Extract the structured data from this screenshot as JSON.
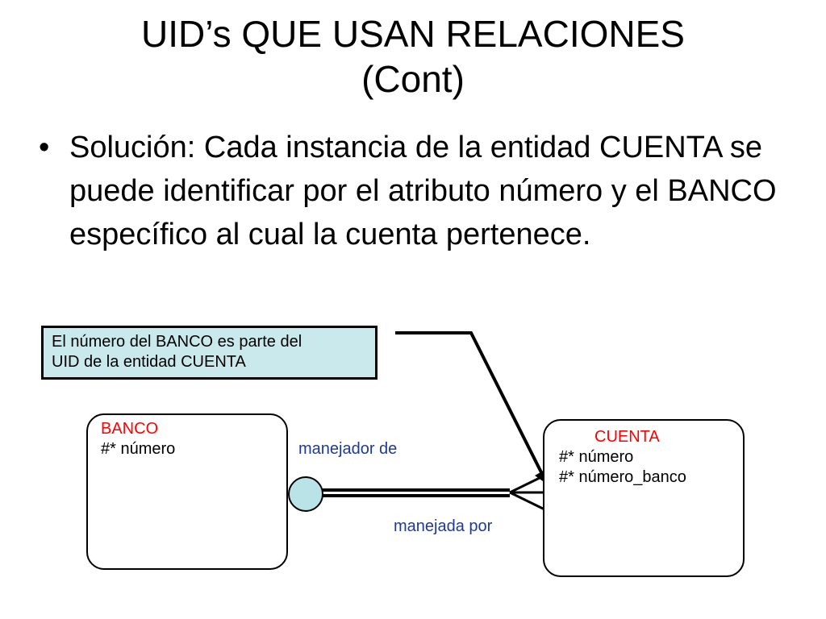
{
  "slide": {
    "title_line1": "UID’s QUE USAN RELACIONES",
    "title_line2": "(Cont)",
    "bullet_marker": "•",
    "bullet_text": "Solución: Cada instancia de la entidad CUENTA se puede identificar por el atributo número y el BANCO específico al cual la cuenta pertenece."
  },
  "diagram": {
    "note_line1": "El número del BANCO es parte del",
    "note_line2": "UID de la entidad CUENTA",
    "entities": {
      "banco": {
        "name": "BANCO",
        "attributes": [
          "#* número"
        ]
      },
      "cuenta": {
        "name": "CUENTA",
        "attributes": [
          "#* número",
          "#* número_banco"
        ]
      }
    },
    "relationship": {
      "label_forward": "manejador de",
      "label_backward": "manejada por"
    },
    "colors": {
      "entity_name": "#ff0000",
      "relationship_label": "#1f3a93",
      "note_fill": "#c9e9ec",
      "circle_fill": "#b9e3e6"
    }
  }
}
